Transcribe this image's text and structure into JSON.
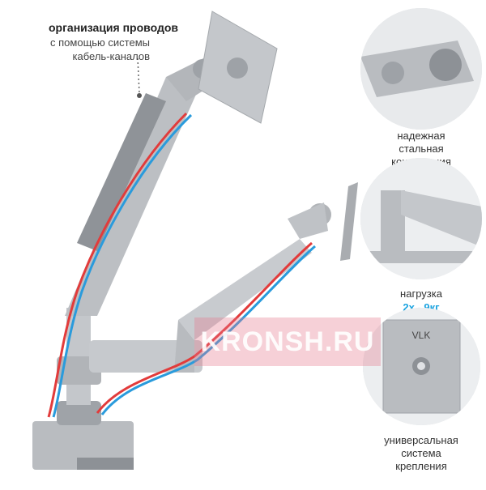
{
  "callout": {
    "title": "организация проводов",
    "sub_line1": "с помощью системы",
    "sub_line2": "кабель-каналов"
  },
  "features": [
    {
      "line1": "надежная",
      "line2": "стальная",
      "line3": "конструкция"
    },
    {
      "line1": "нагрузка",
      "line2": "2х - 9кг"
    },
    {
      "line1": "универсальная",
      "line2": "система",
      "line3": "крепления"
    }
  ],
  "brand_mark": "VLK",
  "watermark": "KRONSH.RU",
  "colors": {
    "accent": "#1aa3e0",
    "metal": "#b9bcc0",
    "metal_dark": "#8d9196",
    "cable_red": "#e23b3b",
    "cable_blue": "#2a9bdc"
  }
}
